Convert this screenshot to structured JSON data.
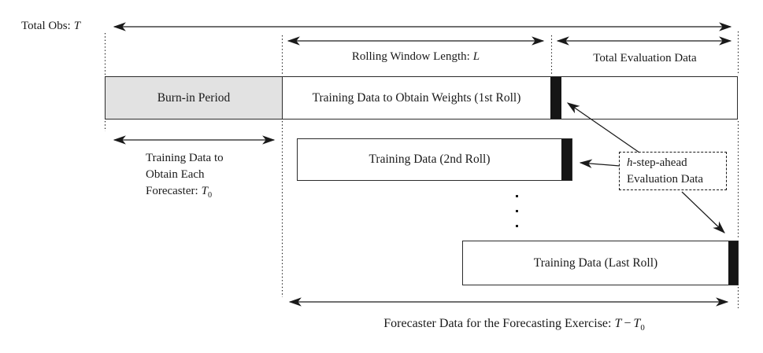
{
  "colors": {
    "ink": "#1a1a1a",
    "bar_border": "#2b2b2b",
    "burn_in_fill": "#e2e2e2",
    "segment_fill": "#151515",
    "background": "#ffffff"
  },
  "header": {
    "total_obs_label": "Total Obs:",
    "total_obs_var": "T",
    "rolling_window_label": "Rolling Window Length:",
    "rolling_window_var": "L",
    "total_evaluation_label": "Total Evaluation Data"
  },
  "row1": {
    "burn_in_label": "Burn-in Period",
    "first_roll_label": "Training Data to Obtain Weights (1st Roll)"
  },
  "left_note": {
    "line1": "Training Data to",
    "line2": "Obtain Each",
    "line3_prefix": "Forecaster:",
    "line3_var": "T",
    "line3_sub": "0"
  },
  "row2": {
    "second_roll_label": "Training Data (2nd Roll)"
  },
  "row3": {
    "last_roll_label": "Training Data (Last Roll)"
  },
  "callout": {
    "line1_var": "h",
    "line1_rest": "-step-ahead",
    "line2": "Evaluation Data"
  },
  "footer": {
    "label": "Forecaster Data for the Forecasting Exercise:",
    "var1": "T",
    "minus": "−",
    "var2": "T",
    "sub": "0"
  }
}
